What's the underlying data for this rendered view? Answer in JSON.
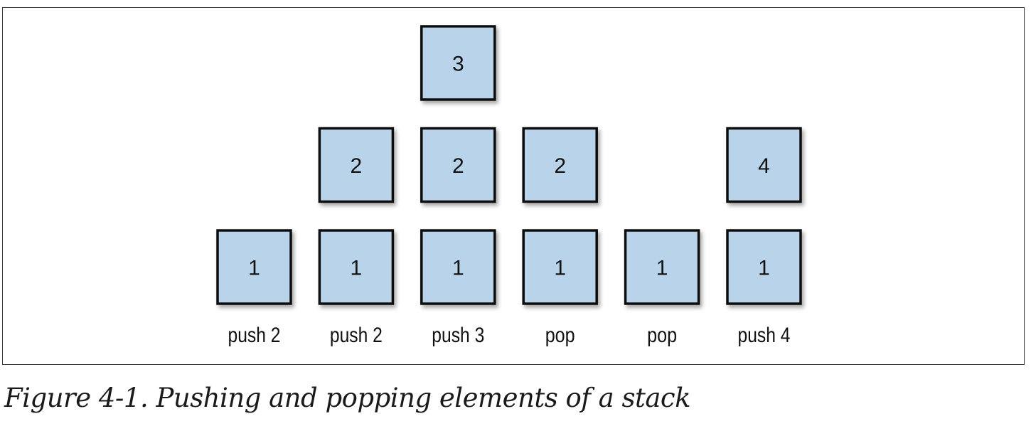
{
  "figure": {
    "caption": "Figure 4-1. Pushing and popping elements of a stack"
  },
  "style": {
    "box_fill": "#b8d3ea",
    "box_stroke": "#111111",
    "text_color": "#111111"
  },
  "stack_steps": [
    {
      "operation": "push 2",
      "stack": [
        "1"
      ]
    },
    {
      "operation": "push 2",
      "stack": [
        "1",
        "2"
      ]
    },
    {
      "operation": "push 3",
      "stack": [
        "1",
        "2",
        "3"
      ]
    },
    {
      "operation": "pop",
      "stack": [
        "1",
        "2"
      ]
    },
    {
      "operation": "pop",
      "stack": [
        "1"
      ]
    },
    {
      "operation": "push 4",
      "stack": [
        "1",
        "4"
      ]
    }
  ]
}
